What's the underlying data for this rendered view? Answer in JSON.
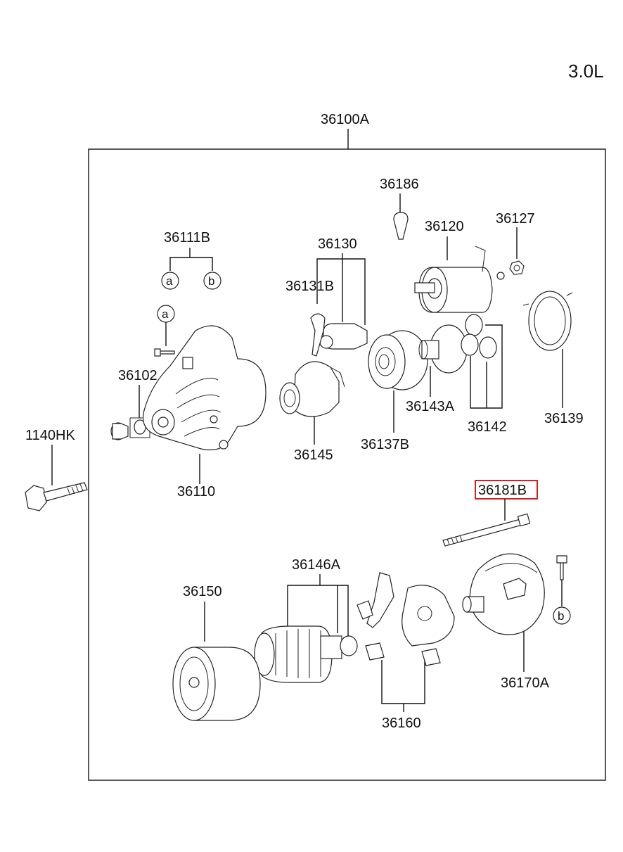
{
  "engine": "3.0L",
  "assembly": "36100A",
  "parts": {
    "p36186": "36186",
    "p36111B": "36111B",
    "p36130": "36130",
    "p36120": "36120",
    "p36127": "36127",
    "p36131B": "36131B",
    "p36102": "36102",
    "p1140HK": "1140HK",
    "p36110": "36110",
    "p36145": "36145",
    "p36137B": "36137B",
    "p36143A": "36143A",
    "p36142": "36142",
    "p36139": "36139",
    "p36181B": "36181B",
    "p36146A": "36146A",
    "p36150": "36150",
    "p36160": "36160",
    "p36170A": "36170A"
  },
  "callouts": {
    "a": "a",
    "b": "b"
  },
  "highlight_color": "#d62020"
}
